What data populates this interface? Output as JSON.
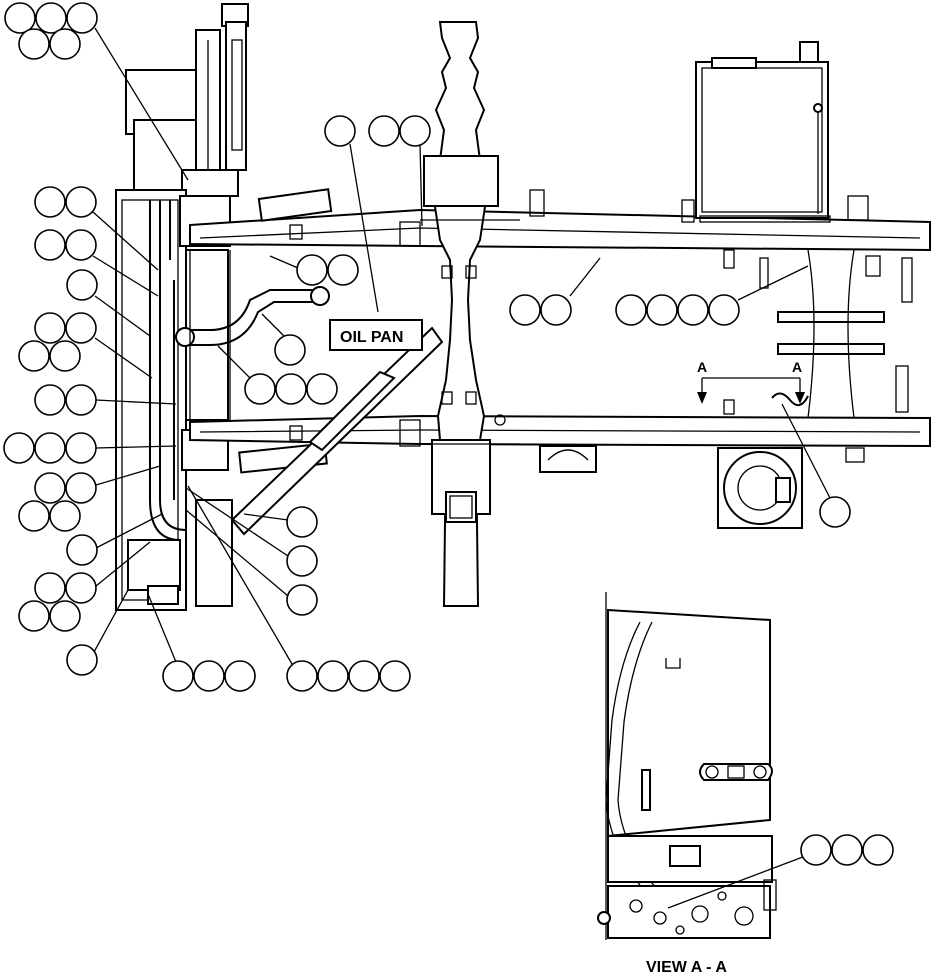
{
  "labels": {
    "oil_pan": "OIL PAN",
    "section_marker": "A",
    "view_caption": "VIEW A - A"
  },
  "colors": {
    "line": "#000000",
    "background": "#ffffff"
  }
}
